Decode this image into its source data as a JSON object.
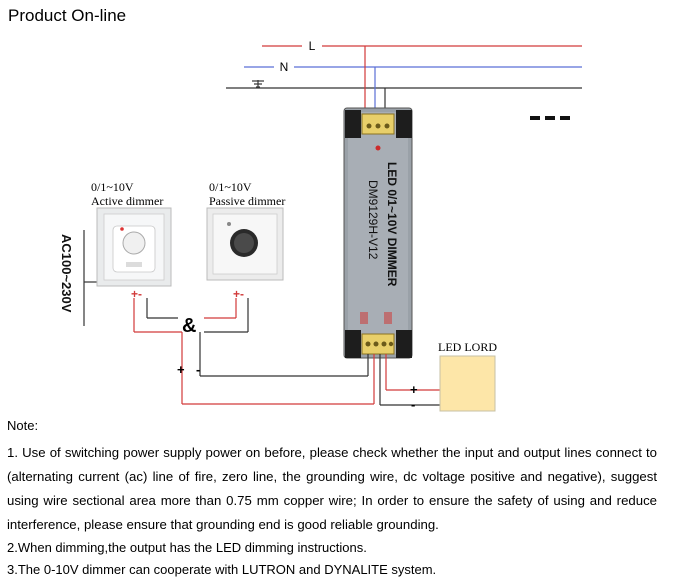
{
  "header": {
    "title": "Product On-line"
  },
  "wires": {
    "line_label": "L",
    "neutral_label": "N",
    "colors": {
      "live": "#d23a3a",
      "neutral": "#5a6fd6",
      "ground": "#333333",
      "dc": "#d23a3a"
    }
  },
  "active_dimmer": {
    "signal": "0/1~10V",
    "name": "Active dimmer",
    "polarity": "+-"
  },
  "passive_dimmer": {
    "signal": "0/1~10V",
    "name": "Passive dimmer",
    "polarity": "+-"
  },
  "junction_label": "&",
  "input_voltage": "AC100~230V",
  "driver": {
    "model_line1": "LED 0/1~10V DIMMER",
    "model_line2": "DM9129H-V12"
  },
  "load": {
    "name": "LED LORD",
    "plus": "+",
    "minus": "-"
  },
  "control_polarity": {
    "plus": "+",
    "minus": "-"
  },
  "continuation": "▬▬▬",
  "notes": {
    "title": "Note:",
    "items": [
      "1. Use of switching power supply power on before, please check whether the input and output lines connect to (alternating current (ac) line of fire, zero line, the grounding wire, dc voltage positive and negative), suggest using wire sectional area more than 0.75 mm copper wire; In order to ensure the safety of using and reduce interference, please ensure that grounding end is good reliable grounding.",
      "2.When dimming,the output has the LED dimming instructions.",
      "3.The 0-10V dimmer can cooperate with LUTRON and DYNALITE system."
    ]
  }
}
